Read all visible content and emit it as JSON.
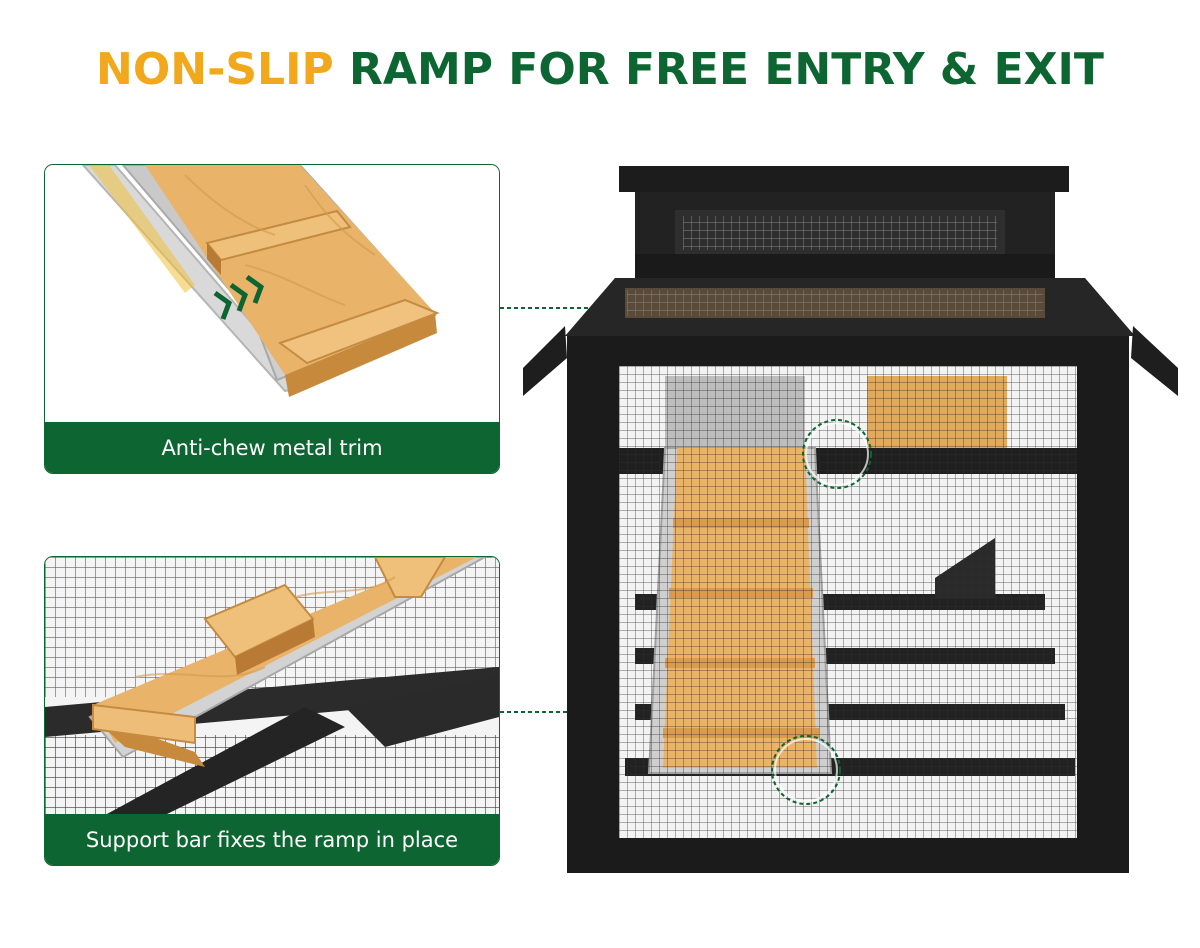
{
  "headline": {
    "accent": "NON-SLIP",
    "main": " RAMP FOR FREE ENTRY & EXIT"
  },
  "cards": [
    {
      "caption": "Anti-chew metal trim"
    },
    {
      "caption": "Support bar fixes the ramp in place"
    }
  ],
  "colors": {
    "brand_green": "#0d6632",
    "accent_orange": "#f2a81d",
    "wood": "#e9b46a",
    "coop_frame": "#1b1b1b",
    "metal": "#c9c9c9"
  }
}
